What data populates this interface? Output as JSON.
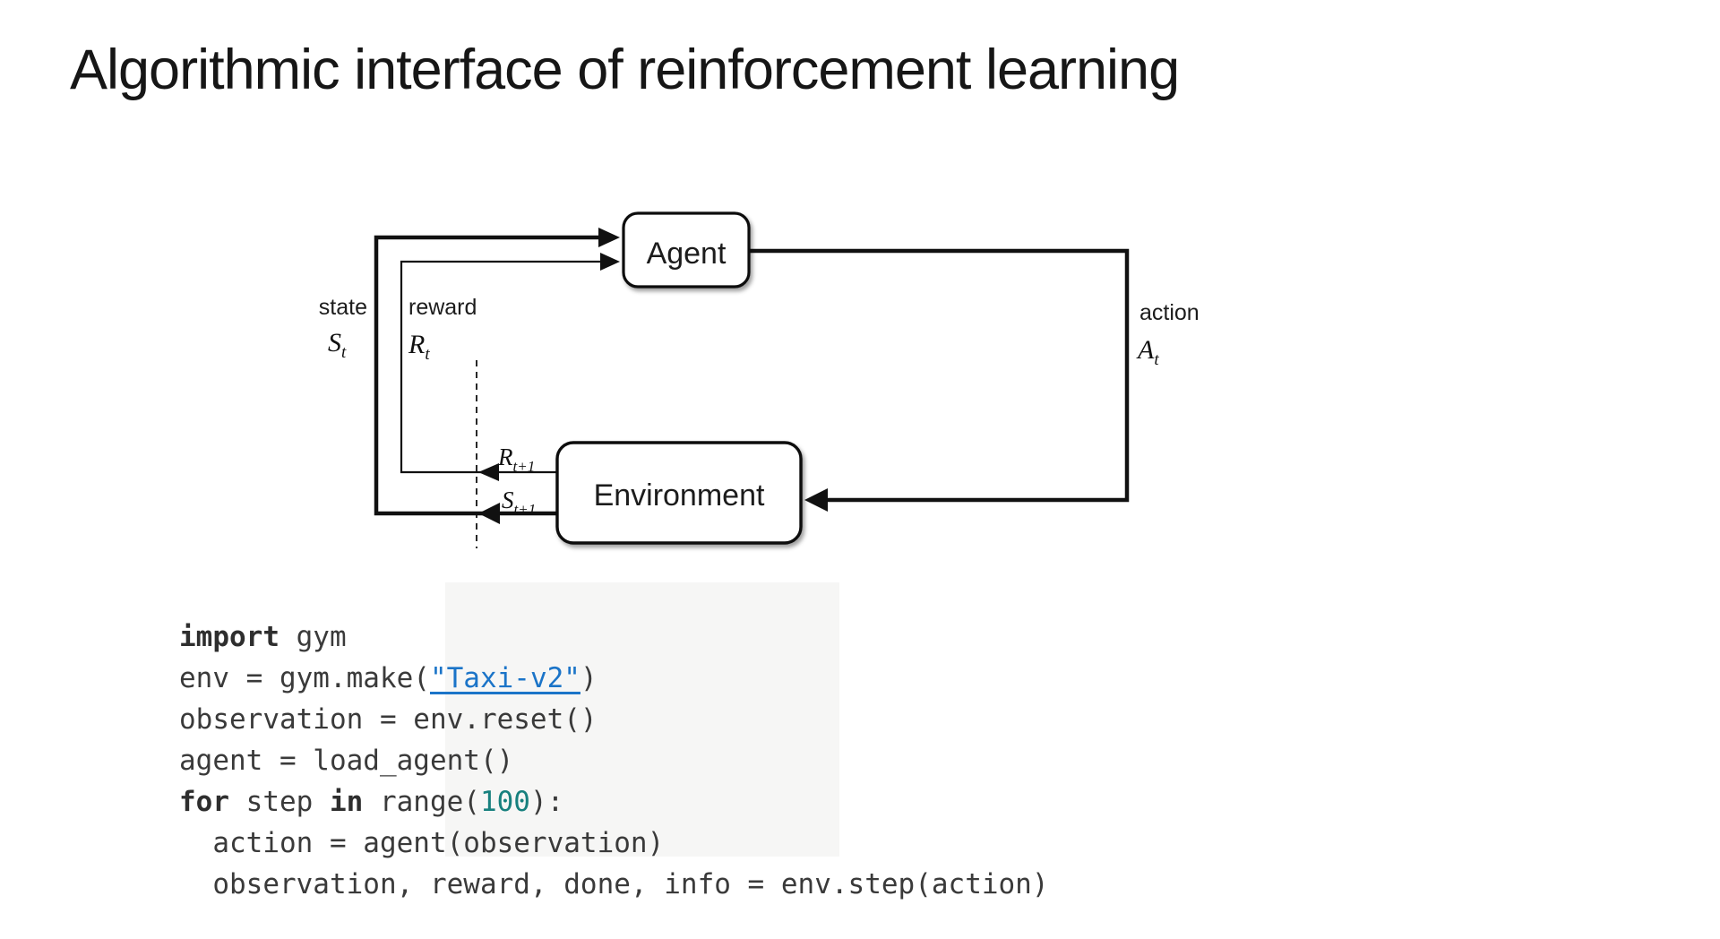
{
  "slide": {
    "title": "Algorithmic interface of reinforcement learning"
  },
  "diagram": {
    "agent": "Agent",
    "environment": "Environment",
    "state_label": "state",
    "state_sym": "S",
    "state_sub": "t",
    "reward_label": "reward",
    "reward_sym": "R",
    "reward_sub": "t",
    "action_label": "action",
    "action_sym": "A",
    "action_sub": "t",
    "reward_next_sym": "R",
    "reward_next_sub": "t+1",
    "state_next_sym": "S",
    "state_next_sub": "t+1"
  },
  "code": {
    "lines": [
      [
        {
          "t": "import",
          "c": "kw"
        },
        {
          "t": " gym"
        }
      ],
      [
        {
          "t": "env = gym.make("
        },
        {
          "t": "\"Taxi-v2\"",
          "c": "link"
        },
        {
          "t": ")"
        }
      ],
      [
        {
          "t": "observation = env.reset()"
        }
      ],
      [
        {
          "t": "agent = load_agent()"
        }
      ],
      [
        {
          "t": "for",
          "c": "kw"
        },
        {
          "t": " step "
        },
        {
          "t": "in",
          "c": "kw"
        },
        {
          "t": " range("
        },
        {
          "t": "100",
          "c": "num"
        },
        {
          "t": "):"
        }
      ],
      [
        {
          "t": "  action = agent(observation)"
        }
      ],
      [
        {
          "t": "  observation, reward, done, info = env.step(action)"
        }
      ]
    ]
  },
  "colors": {
    "background": "#ffffff",
    "title_text": "#161616",
    "diagram_ink": "#111111",
    "code_text": "#3a3a3a",
    "keyword_bold": "#2e2e2e",
    "string_link_blue": "#1b74c8",
    "number_teal": "#17807e",
    "code_bg_artifact": "#f6f6f5"
  }
}
